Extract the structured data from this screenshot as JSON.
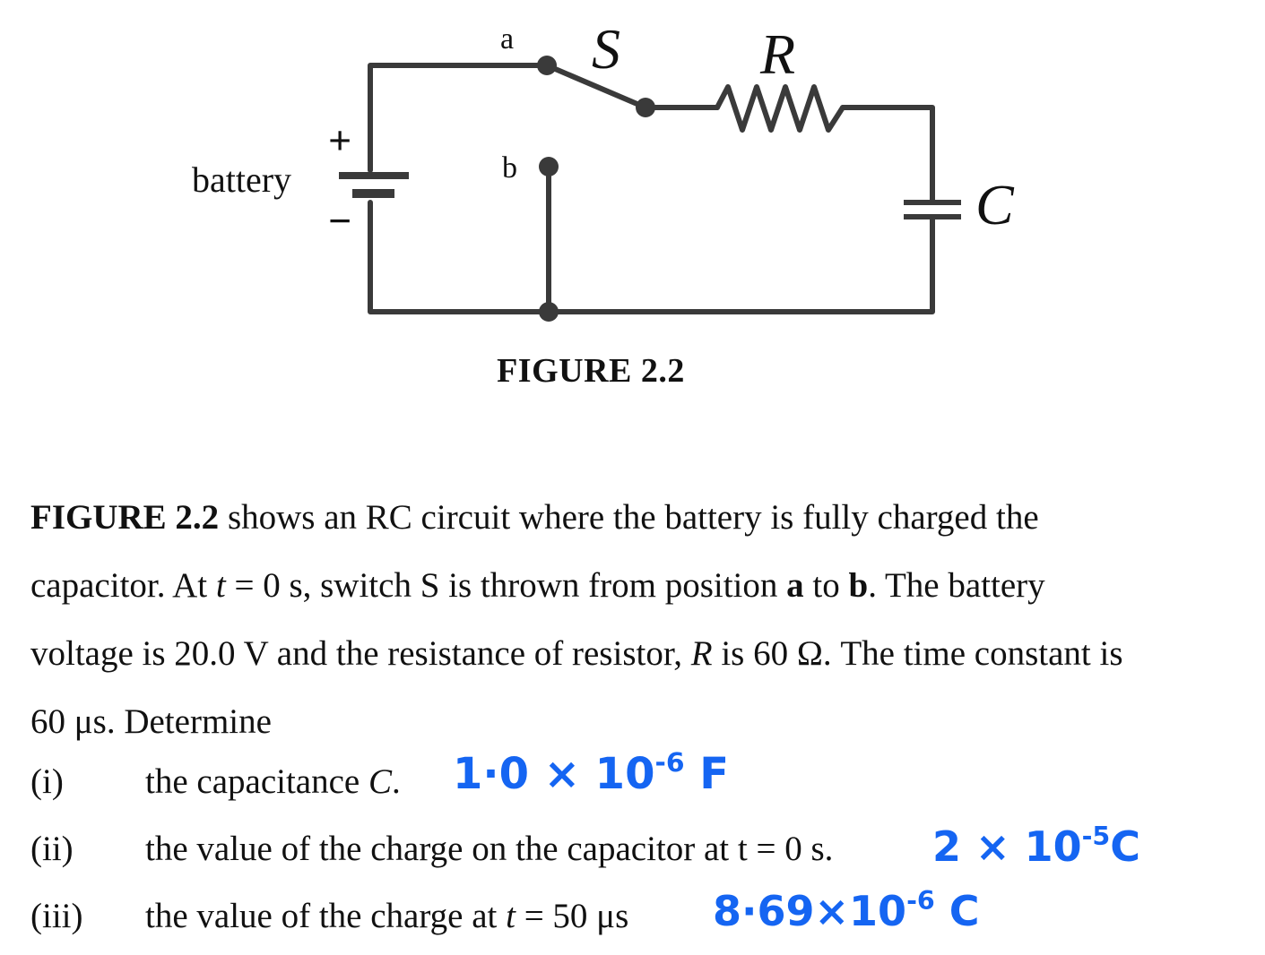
{
  "figure": {
    "caption": "FIGURE 2.2",
    "labels": {
      "a": "a",
      "b": "b",
      "switch": "S",
      "resistor": "R",
      "capacitor": "C",
      "battery": "battery",
      "plus": "+",
      "minus": "−"
    }
  },
  "problem": {
    "fig_ref": "FIGURE 2.2",
    "line1_rest": " shows an RC circuit where the battery is fully charged the",
    "line2_part1": "capacitor. At ",
    "line2_t": "t",
    "line2_part2": " = 0 s, switch S is thrown from position ",
    "line2_a": "a",
    "line2_part3": " to ",
    "line2_b": "b",
    "line2_part4": ". The battery",
    "line3_part1": "voltage is 20.0 V and the resistance of resistor, ",
    "line3_R": "R",
    "line3_part2": " is 60 Ω. The time constant is",
    "line4": "60 μs. Determine"
  },
  "questions": [
    {
      "num": "(i)",
      "text": "the capacitance ",
      "var": "C",
      "after": "."
    },
    {
      "num": "(ii)",
      "text": "the value of the charge on the capacitor at t = 0 s.",
      "var": "",
      "after": ""
    },
    {
      "num": "(iii)",
      "text": "the value of the charge at ",
      "var": "t",
      "after": " = 50 μs"
    }
  ],
  "answers": [
    {
      "base": "1·0 × 10",
      "exp": "-6",
      "unit": " F"
    },
    {
      "base": "2 × 10",
      "exp": "-5",
      "unit": "C"
    },
    {
      "base": "8·69×10",
      "exp": "-6",
      "unit": " C"
    }
  ],
  "colors": {
    "ink": "#111111",
    "wire": "#3a3a3a",
    "handwriting": "#1565f2"
  }
}
